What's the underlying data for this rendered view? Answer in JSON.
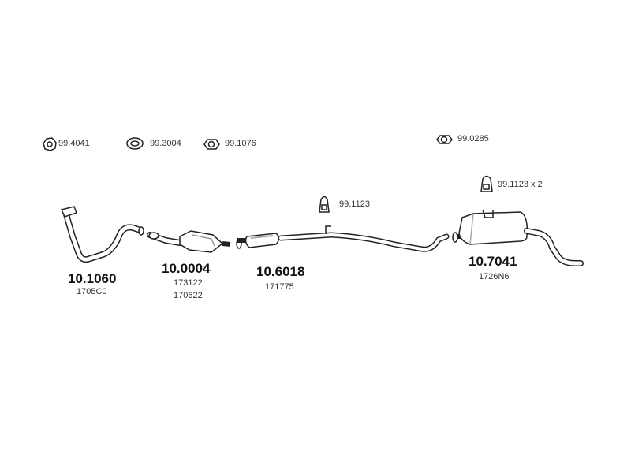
{
  "hardware": {
    "h1": "99.4041",
    "h2": "99.3004",
    "h3": "99.1076",
    "h4": "99.0285",
    "h5": "99.1123",
    "h6": "99.1123 x 2"
  },
  "parts": [
    {
      "number": "10.1060",
      "oe": [
        "1705C0"
      ]
    },
    {
      "number": "10.0004",
      "oe": [
        "173122",
        "170622"
      ]
    },
    {
      "number": "10.6018",
      "oe": [
        "171775"
      ]
    },
    {
      "number": "10.7041",
      "oe": [
        "1726N6"
      ]
    }
  ],
  "colors": {
    "line": "#222222",
    "fill": "#ffffff",
    "shade": "#cfcfcf"
  }
}
